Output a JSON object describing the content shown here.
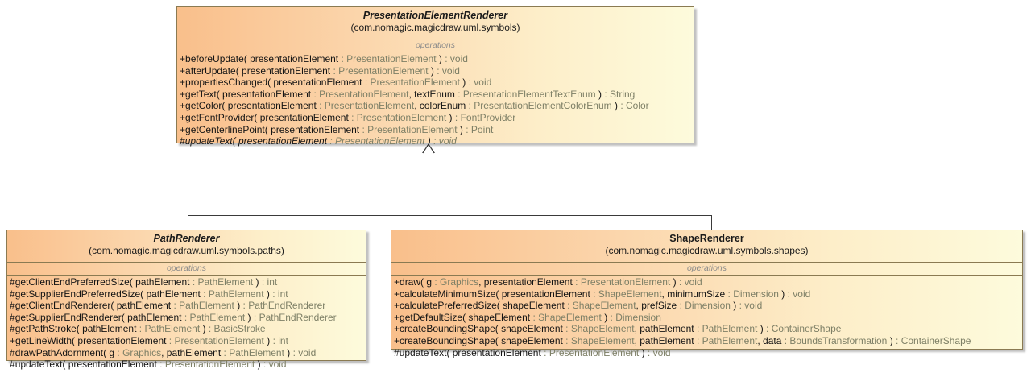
{
  "diagram": {
    "type": "uml-class-diagram",
    "background_color": "#ffffff",
    "border_color": "#8a7a52",
    "header_gradient_start": "#f9bf8b",
    "header_gradient_end": "#fdfbdc",
    "connector_color": "#3a3a3a",
    "compartment_label": "operations"
  },
  "classes": {
    "parent": {
      "name": "PresentationElementRenderer",
      "package": "(com.nomagic.magicdraw.uml.symbols)",
      "abstract": true,
      "compartment_label": "operations",
      "operations": [
        {
          "visibility": "+",
          "signature": "beforeUpdate( presentationElement : PresentationElement ) : void",
          "abstract": false
        },
        {
          "visibility": "+",
          "signature": "afterUpdate( presentationElement : PresentationElement ) : void",
          "abstract": false
        },
        {
          "visibility": "+",
          "signature": "propertiesChanged( presentationElement : PresentationElement ) : void",
          "abstract": false
        },
        {
          "visibility": "+",
          "signature": "getText( presentationElement : PresentationElement, textEnum : PresentationElementTextEnum ) : String",
          "abstract": false
        },
        {
          "visibility": "+",
          "signature": "getColor( presentationElement : PresentationElement, colorEnum : PresentationElementColorEnum ) : Color",
          "abstract": false
        },
        {
          "visibility": "+",
          "signature": "getFontProvider( presentationElement : PresentationElement ) : FontProvider",
          "abstract": false
        },
        {
          "visibility": "+",
          "signature": "getCenterlinePoint( presentationElement : PresentationElement ) : Point",
          "abstract": false
        },
        {
          "visibility": "#",
          "signature": "updateText( presentationElement : PresentationElement )  : void",
          "abstract": true
        }
      ]
    },
    "child_left": {
      "name": "PathRenderer",
      "package": "(com.nomagic.magicdraw.uml.symbols.paths)",
      "abstract": true,
      "compartment_label": "operations",
      "operations": [
        {
          "visibility": "#",
          "signature": "getClientEndPreferredSize( pathElement : PathElement ) : int",
          "abstract": false
        },
        {
          "visibility": "#",
          "signature": "getSupplierEndPreferredSize( pathElement : PathElement ) : int",
          "abstract": false
        },
        {
          "visibility": "#",
          "signature": "getClientEndRenderer( pathElement : PathElement ) : PathEndRenderer",
          "abstract": false
        },
        {
          "visibility": "#",
          "signature": "getSupplierEndRenderer( pathElement : PathElement ) : PathEndRenderer",
          "abstract": false
        },
        {
          "visibility": "#",
          "signature": "getPathStroke( pathElement : PathElement ) : BasicStroke",
          "abstract": false
        },
        {
          "visibility": "+",
          "signature": "getLineWidth( presentationElement : PresentationElement ) : int",
          "abstract": false
        },
        {
          "visibility": "#",
          "signature": "drawPathAdornment( g : Graphics, pathElement : PathElement ) : void",
          "abstract": false
        },
        {
          "visibility": "#",
          "signature": "updateText( presentationElement : PresentationElement ) : void",
          "abstract": false
        }
      ]
    },
    "child_right": {
      "name": "ShapeRenderer",
      "package": "(com.nomagic.magicdraw.uml.symbols.shapes)",
      "abstract": false,
      "compartment_label": "operations",
      "operations": [
        {
          "visibility": "+",
          "signature": "draw( g : Graphics, presentationElement : PresentationElement ) : void",
          "abstract": false
        },
        {
          "visibility": "+",
          "signature": "calculateMinimumSize( presentationElement : ShapeElement, minimumSize : Dimension ) : void",
          "abstract": false
        },
        {
          "visibility": "+",
          "signature": "calculatePreferredSize( shapeElement : ShapeElement, prefSize : Dimension ) : void",
          "abstract": false
        },
        {
          "visibility": "+",
          "signature": "getDefaultSize( shapeElement : ShapeElement ) : Dimension",
          "abstract": false
        },
        {
          "visibility": "+",
          "signature": "createBoundingShape( shapeElement : ShapeElement, pathElement : PathElement ) : ContainerShape",
          "abstract": false
        },
        {
          "visibility": "+",
          "signature": "createBoundingShape( shapeElement : ShapeElement, pathElement : PathElement, data : BoundsTransformation ) : ContainerShape",
          "abstract": false
        },
        {
          "visibility": "#",
          "signature": "updateText( presentationElement : PresentationElement ) : void",
          "abstract": false
        }
      ]
    }
  },
  "relationships": [
    {
      "type": "generalization",
      "from": "PathRenderer",
      "to": "PresentationElementRenderer"
    },
    {
      "type": "generalization",
      "from": "ShapeRenderer",
      "to": "PresentationElementRenderer"
    }
  ]
}
